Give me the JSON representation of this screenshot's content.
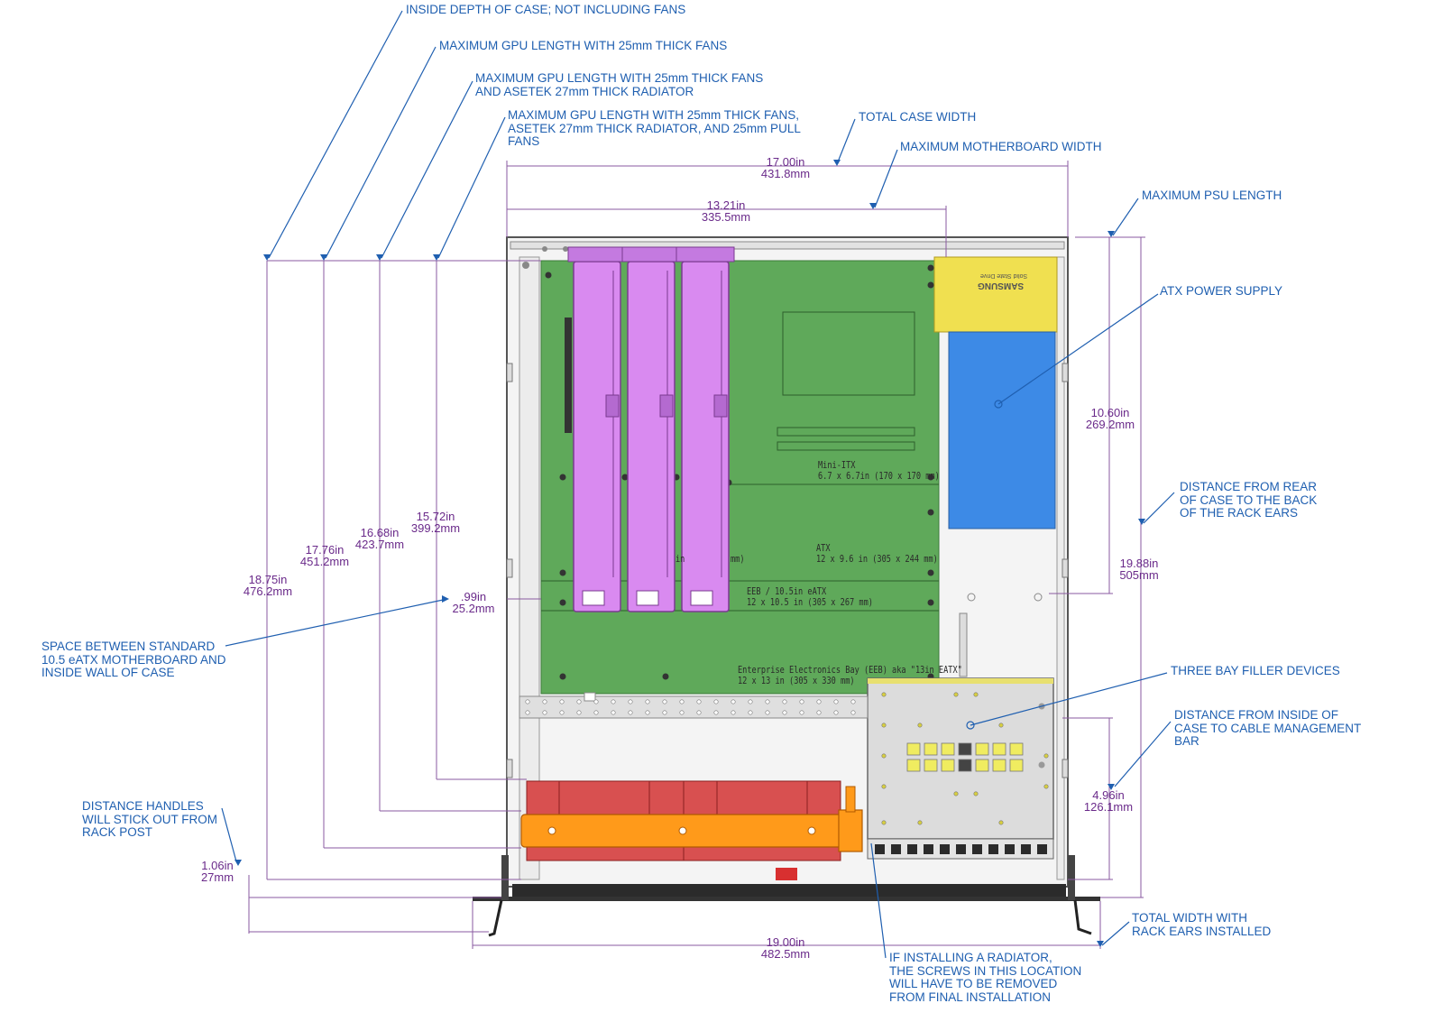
{
  "callouts": {
    "inside_depth": "INSIDE DEPTH OF CASE; NOT INCLUDING FANS",
    "gpu_25": "MAXIMUM GPU LENGTH WITH 25mm THICK FANS",
    "gpu_25_rad": "MAXIMUM GPU LENGTH WITH 25mm THICK FANS\nAND ASETEK 27mm THICK RADIATOR",
    "gpu_25_rad_pull": "MAXIMUM GPU LENGTH WITH 25mm THICK FANS,\nASETEK 27mm THICK RADIATOR, AND 25mm PULL\nFANS",
    "total_case_width": "TOTAL CASE WIDTH",
    "max_mb_width": "MAXIMUM MOTHERBOARD WIDTH",
    "max_psu_length": "MAXIMUM PSU LENGTH",
    "atx_psu": "ATX POWER SUPPLY",
    "rear_to_ears": "DISTANCE FROM REAR\nOF CASE TO THE BACK\nOF THE RACK EARS",
    "bay_filler": "THREE BAY FILLER DEVICES",
    "cable_bar": "DISTANCE FROM INSIDE OF\nCASE TO CABLE MANAGEMENT\nBAR",
    "space_eatx": "SPACE BETWEEN STANDARD\n10.5 eATX MOTHERBOARD AND\nINSIDE WALL OF CASE",
    "handles": "DISTANCE HANDLES\nWILL STICK OUT FROM\nRACK POST",
    "total_width_ears": "TOTAL WIDTH WITH\nRACK EARS INSTALLED",
    "radiator_screws": "IF INSTALLING A RADIATOR,\nTHE SCREWS IN THIS LOCATION\nWILL HAVE TO BE REMOVED\nFROM FINAL INSTALLATION"
  },
  "dimensions": {
    "d1875": {
      "in": "18.75in",
      "mm": "476.2mm"
    },
    "d1776": {
      "in": "17.76in",
      "mm": "451.2mm"
    },
    "d1668": {
      "in": "16.68in",
      "mm": "423.7mm"
    },
    "d1572": {
      "in": "15.72in",
      "mm": "399.2mm"
    },
    "d1700": {
      "in": "17.00in",
      "mm": "431.8mm"
    },
    "d1321": {
      "in": "13.21in",
      "mm": "335.5mm"
    },
    "d1060": {
      "in": "10.60in",
      "mm": "269.2mm"
    },
    "d1988": {
      "in": "19.88in",
      "mm": "505mm"
    },
    "d099": {
      "in": ".99in",
      "mm": "25.2mm"
    },
    "d496": {
      "in": "4.96in",
      "mm": "126.1mm"
    },
    "d106": {
      "in": "1.06in",
      "mm": "27mm"
    },
    "d1900": {
      "in": "19.00in",
      "mm": "482.5mm"
    }
  },
  "board_labels": {
    "mini_itx": "Mini-ITX\n6.7 x 6.7in (170 x 170 mm)",
    "atx": "ATX\n12 x 9.6 in (305 x 244 mm)",
    "eeb": "EEB / 10.5in eATX\n12 x 10.5 in (305 x 267 mm)",
    "eeb13": "Enterprise Electronics Bay (EEB) aka \"13in EATX\"\n12 x 13 in (305 x 330 mm)",
    "atx_partial": "in",
    "atx_partial2": "mm)"
  },
  "psu": {
    "brand": "SAMSUNG",
    "sub": "Solid State Drive"
  },
  "colors": {
    "callout": "#1f5fb0",
    "dimension": "#6a2a8a",
    "board": "#5fa95a",
    "gpu": "#d98af0",
    "psu_ssd": "#f0e050",
    "psu": "#3d8ae6",
    "radiator": "#ff9a1a",
    "fans": "#d85050"
  }
}
